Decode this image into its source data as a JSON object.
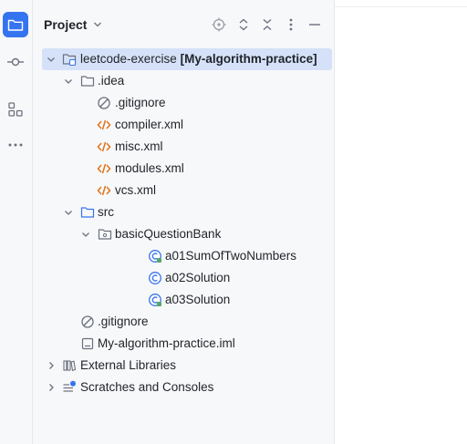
{
  "panel": {
    "title": "Project"
  },
  "tree": {
    "root": {
      "name": "leetcode-exercise",
      "module": "[My-algorithm-practice]"
    },
    "items": [
      {
        "label": "leetcode-exercise"
      },
      {
        "label": ".idea"
      },
      {
        "label": ".gitignore"
      },
      {
        "label": "compiler.xml"
      },
      {
        "label": "misc.xml"
      },
      {
        "label": "modules.xml"
      },
      {
        "label": "vcs.xml"
      },
      {
        "label": "src"
      },
      {
        "label": "basicQuestionBank"
      },
      {
        "label": "a01SumOfTwoNumbers"
      },
      {
        "label": "a02Solution"
      },
      {
        "label": "a03Solution"
      },
      {
        "label": ".gitignore"
      },
      {
        "label": "My-algorithm-practice.iml"
      },
      {
        "label": "External Libraries"
      },
      {
        "label": "Scratches and Consoles"
      }
    ]
  },
  "colors": {
    "accent": "#3574f0",
    "selection": "#d5e1f8",
    "xml_icon": "#e0741b",
    "class_icon": "#3574f0",
    "icon_gray": "#6c707e"
  },
  "icons": {
    "strip": [
      "project-folder-icon",
      "commit-icon",
      "structure-icon",
      "more-icon"
    ],
    "header": [
      "locate-icon",
      "expand-all-icon",
      "collapse-all-icon",
      "options-icon",
      "hide-icon"
    ]
  }
}
